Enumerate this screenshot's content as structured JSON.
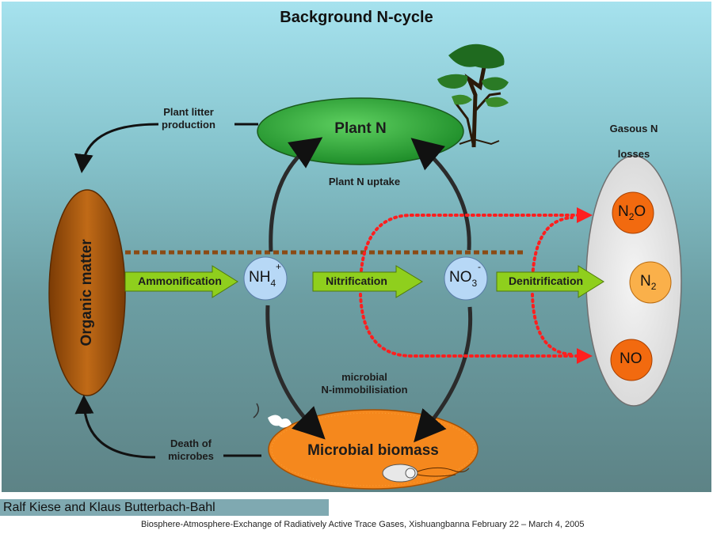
{
  "title": "Background N-cycle",
  "nodes": {
    "plant": "Plant N",
    "organic": "Organic matter",
    "microbial": "Microbial biomass",
    "gasous_label_line1": "Gasous N",
    "gasous_label_line2": "losses"
  },
  "labels": {
    "plant_litter_line1": "Plant litter",
    "plant_litter_line2": "production",
    "plant_uptake": "Plant N uptake",
    "immob_line1": "microbial",
    "immob_line2": "N-immobilisiation",
    "death_line1": "Death of",
    "death_line2": "microbes"
  },
  "processes": {
    "ammonification": "Ammonification",
    "nitrification": "Nitrification",
    "denitrification": "Denitrification"
  },
  "ions": {
    "nh4_base": "NH",
    "nh4_sub": "4",
    "nh4_sup": "+",
    "no3_base": "NO",
    "no3_sub": "3",
    "no3_sup": "-"
  },
  "gases": {
    "n2o_a": "N",
    "n2o_sub": "2",
    "n2o_b": "O",
    "n2_a": "N",
    "n2_sub": "2",
    "no": "NO"
  },
  "colors": {
    "plant": "#34a93a",
    "organic": "#a85a10",
    "microbial": "#f5881d",
    "ion": "#b7d8f6",
    "gas_dark": "#f26a0f",
    "gas_light": "#fab04a",
    "process_arrow": "#8fcf1d",
    "denitrification_path": "#ff1f1f",
    "soil_line": "#8b4a14"
  },
  "footer": {
    "authors": "Ralf Kiese and Klaus Butterbach-Bahl",
    "event": "Biosphere-Atmosphere-Exchange of Radiatively Active Trace Gases, Xishuangbanna February 22 – March 4, 2005"
  }
}
